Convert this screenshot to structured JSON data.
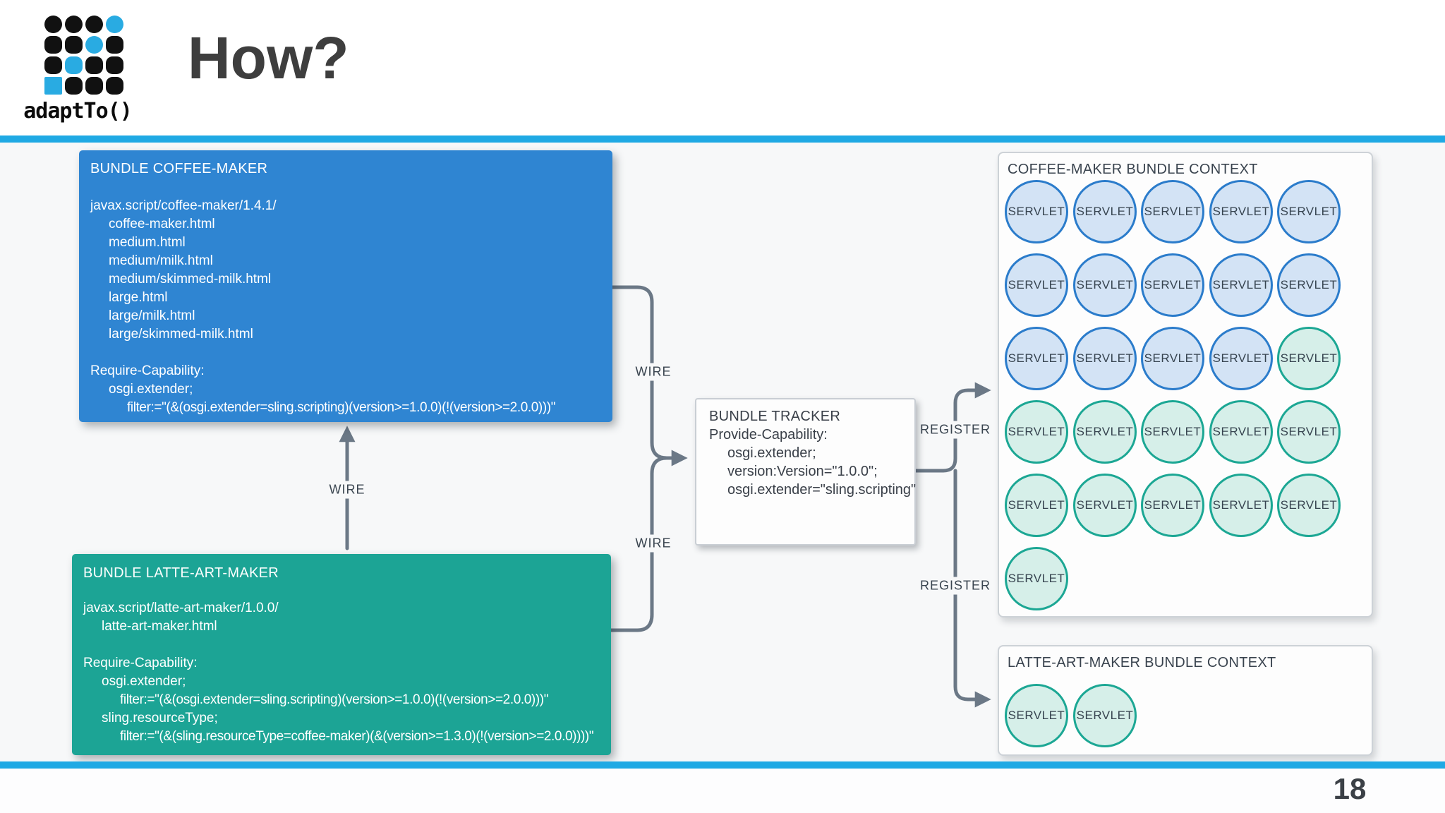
{
  "slide": {
    "title": "How?",
    "page_number": "18",
    "logo_text": "adaptTo()"
  },
  "colors": {
    "accent_blue": "#2f85d2",
    "accent_teal": "#1ca495",
    "bar_blue": "#1fa9e4",
    "wire": "#6b7886",
    "logo_blue": "#29abe2",
    "circle_blue_fill": "#d3e3f5",
    "circle_blue_stroke": "#2b7ccb",
    "circle_green_fill": "#d6efe9",
    "circle_green_stroke": "#1ca794"
  },
  "logo": {
    "pattern": [
      [
        "k",
        "k",
        "k",
        "b"
      ],
      [
        "k",
        "k",
        "b",
        "k"
      ],
      [
        "k",
        "b",
        "k",
        "k"
      ],
      [
        "b",
        "k",
        "k",
        "k"
      ]
    ]
  },
  "labels": {
    "wire": "WIRE",
    "register": "REGISTER"
  },
  "boxes": {
    "coffee": {
      "title": "BUNDLE COFFEE-MAKER",
      "lines": [
        {
          "t": "javax.script/coffee-maker/1.4.1/",
          "i": 0
        },
        {
          "t": "coffee-maker.html",
          "i": 1
        },
        {
          "t": "medium.html",
          "i": 1
        },
        {
          "t": "medium/milk.html",
          "i": 1
        },
        {
          "t": "medium/skimmed-milk.html",
          "i": 1
        },
        {
          "t": "large.html",
          "i": 1
        },
        {
          "t": "large/milk.html",
          "i": 1
        },
        {
          "t": "large/skimmed-milk.html",
          "i": 1
        },
        {
          "t": "",
          "i": 0
        },
        {
          "t": "Require-Capability:",
          "i": 0
        },
        {
          "t": "osgi.extender;",
          "i": 1
        },
        {
          "t": "filter:=\"(&(osgi.extender=sling.scripting)(version>=1.0.0)(!(version>=2.0.0)))\"",
          "i": 2
        }
      ]
    },
    "latte": {
      "title": "BUNDLE LATTE-ART-MAKER",
      "lines": [
        {
          "t": "javax.script/latte-art-maker/1.0.0/",
          "i": 0
        },
        {
          "t": "latte-art-maker.html",
          "i": 1
        },
        {
          "t": "",
          "i": 0
        },
        {
          "t": "Require-Capability:",
          "i": 0
        },
        {
          "t": "osgi.extender;",
          "i": 1
        },
        {
          "t": "filter:=\"(&(osgi.extender=sling.scripting)(version>=1.0.0)(!(version>=2.0.0)))\"",
          "i": 2
        },
        {
          "t": "sling.resourceType;",
          "i": 1
        },
        {
          "t": "filter:=\"(&(sling.resourceType=coffee-maker)(&(version>=1.3.0)(!(version>=2.0.0))))\"",
          "i": 2
        }
      ]
    },
    "tracker": {
      "title": "BUNDLE TRACKER",
      "lines": [
        {
          "t": "Provide-Capability:",
          "i": 0
        },
        {
          "t": "osgi.extender;",
          "i": 1
        },
        {
          "t": "version:Version=\"1.0.0\";",
          "i": 1
        },
        {
          "t": "osgi.extender=\"sling.scripting\"",
          "i": 1
        }
      ]
    }
  },
  "panels": {
    "coffee_context": {
      "title": "COFFEE-MAKER BUNDLE CONTEXT",
      "servlet_label": "SERVLET",
      "rows": [
        [
          "B",
          "B",
          "B",
          "B",
          "B"
        ],
        [
          "B",
          "B",
          "B",
          "B",
          "B"
        ],
        [
          "B",
          "B",
          "B",
          "B",
          "G"
        ],
        [
          "G",
          "G",
          "G",
          "G",
          "G"
        ],
        [
          "G",
          "G",
          "G",
          "G",
          "G"
        ],
        [
          "G"
        ]
      ]
    },
    "latte_context": {
      "title": "LATTE-ART-MAKER BUNDLE CONTEXT",
      "servlet_label": "SERVLET",
      "rows": [
        [
          "G",
          "G"
        ]
      ]
    }
  }
}
